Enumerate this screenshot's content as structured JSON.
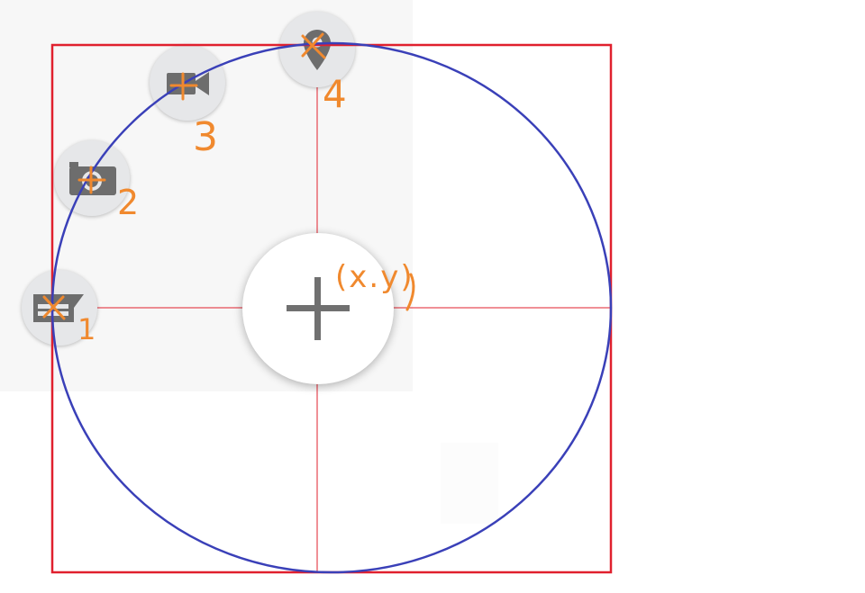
{
  "colors": {
    "box_outline": "#e0202e",
    "circle_outline": "#3a40b8",
    "center_lines": "#e0202e",
    "annotation_ink": "#f0892e",
    "icon_gray": "#6d6d6d",
    "fab_background": "#e6e7e9",
    "main_fab_background": "#ffffff",
    "menu_backdrop": "#f7f7f7"
  },
  "center": {
    "icon": "plus-icon",
    "label": "(x.y)"
  },
  "buttons": [
    {
      "order_label": "1",
      "icon": "message-icon"
    },
    {
      "order_label": "2",
      "icon": "camera-icon"
    },
    {
      "order_label": "3",
      "icon": "videocam-icon"
    },
    {
      "order_label": "4",
      "icon": "location-pin-icon"
    }
  ]
}
